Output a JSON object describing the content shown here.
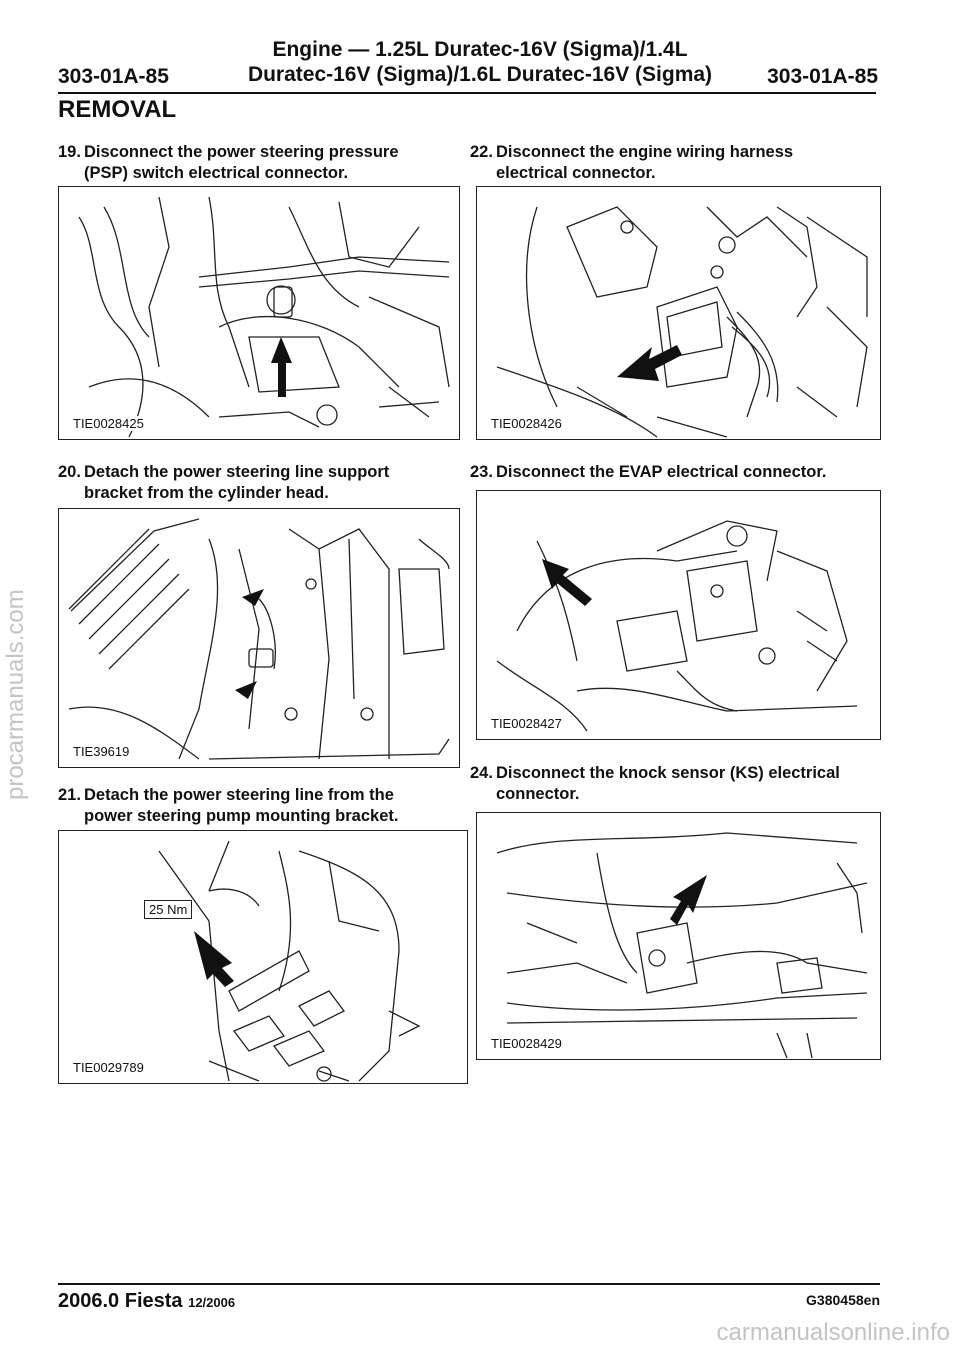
{
  "header": {
    "title_line1": "Engine — 1.25L Duratec-16V (Sigma)/1.4L",
    "title_line2": "Duratec-16V (Sigma)/1.6L Duratec-16V (Sigma)",
    "code_left": "303-01A-85",
    "code_right": "303-01A-85"
  },
  "section": "REMOVAL",
  "steps": [
    {
      "num": "19.",
      "line1": "Disconnect the power steering pressure",
      "line2": "(PSP) switch electrical connector.",
      "figure_id": "TIE0028425"
    },
    {
      "num": "20.",
      "line1": "Detach the power steering line support",
      "line2": "bracket from the cylinder head.",
      "figure_id": "TIE39619"
    },
    {
      "num": "21.",
      "line1": "Detach the power steering line from the",
      "line2": "power steering pump mounting bracket.",
      "figure_id": "TIE0029789",
      "torque": "25 Nm"
    },
    {
      "num": "22.",
      "line1": "Disconnect the engine wiring harness",
      "line2": "electrical connector.",
      "figure_id": "TIE0028426"
    },
    {
      "num": "23.",
      "line1": "Disconnect the EVAP electrical connector.",
      "line2": "",
      "figure_id": "TIE0028427"
    },
    {
      "num": "24.",
      "line1": "Disconnect the knock sensor (KS) electrical",
      "line2": "connector.",
      "figure_id": "TIE0028429"
    }
  ],
  "footer": {
    "model": "2006.0 Fiesta",
    "date": "12/2006",
    "doc_code": "G380458en"
  },
  "watermarks": {
    "side": "procarmanuals.com",
    "bottom": "carmanualsonline.info"
  }
}
